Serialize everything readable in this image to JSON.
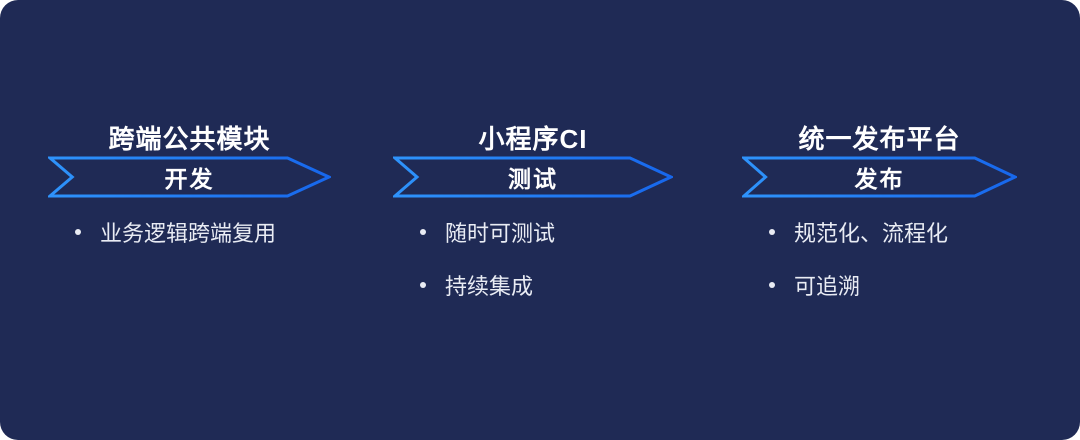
{
  "theme": {
    "page_bg": "#ffffff",
    "canvas_bg": "#1f2a55",
    "banner_stroke_left": "#2e93fb",
    "banner_stroke_right": "#1767ec",
    "title_color": "#ffffff",
    "stage_color": "#ffffff",
    "bullet_color": "#e9ecf4"
  },
  "columns": [
    {
      "title": "跨端公共模块",
      "stage": "开发",
      "bullets": [
        "业务逻辑跨端复用"
      ]
    },
    {
      "title": "小程序CI",
      "stage": "测试",
      "bullets": [
        "随时可测试",
        "持续集成"
      ]
    },
    {
      "title": "统一发布平台",
      "stage": "发布",
      "bullets": [
        "规范化、流程化",
        "可追溯"
      ]
    }
  ]
}
